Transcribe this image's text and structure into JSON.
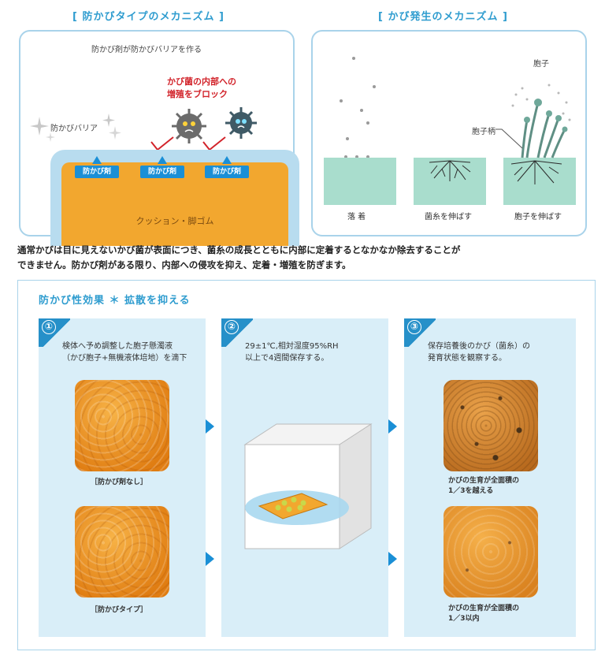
{
  "top_left": {
    "title": "防かびタイプのメカニズム",
    "bracket_open": "[",
    "bracket_close": "]",
    "subtitle": "防かび剤が防かびバリアを作る",
    "block_text_1": "かび菌の内部への",
    "block_text_2": "増殖をブロック",
    "barrier_label": "防かびバリア",
    "agent_labels": [
      "防かび剤",
      "防かび剤",
      "防かび剤"
    ],
    "cushion_label": "クッション・脚ゴム"
  },
  "top_right": {
    "title": "かび発生のメカニズム",
    "bracket_open": "[",
    "bracket_close": "]",
    "spore_label": "胞子",
    "stalk_label": "胞子柄",
    "stages": [
      "落 着",
      "菌糸を伸ばす",
      "胞子を伸ばす"
    ]
  },
  "description": {
    "line1": "通常かびは目に見えないかび菌が表面につき、菌糸の成長とともに内部に定着するとなかなか除去することが",
    "line2": "できません。防かび剤がある限り、内部への侵攻を抑え、定着・増殖を防ぎます。"
  },
  "bottom": {
    "title": "防かび性効果 ＊ 拡散を抑える",
    "steps": [
      {
        "num": "①",
        "text1": "検体へ予め調整した胞子懸濁液",
        "text2": "（かび胞子+無機液体培地）を滴下"
      },
      {
        "num": "②",
        "text1": "29±1℃,相対湿度95%RH",
        "text2": "以上で4週間保存する。"
      },
      {
        "num": "③",
        "text1": "保存培養後のかび（菌糸）の",
        "text2": "発育状態を観察する。"
      }
    ],
    "captions": {
      "no_agent": "［防かび剤なし］",
      "with_agent": "［防かびタイプ］",
      "result1_a": "かびの生育が全面積の",
      "result1_b": "1／3を越える",
      "result2_a": "かびの生育が全面積の",
      "result2_b": "1／3以内"
    }
  }
}
